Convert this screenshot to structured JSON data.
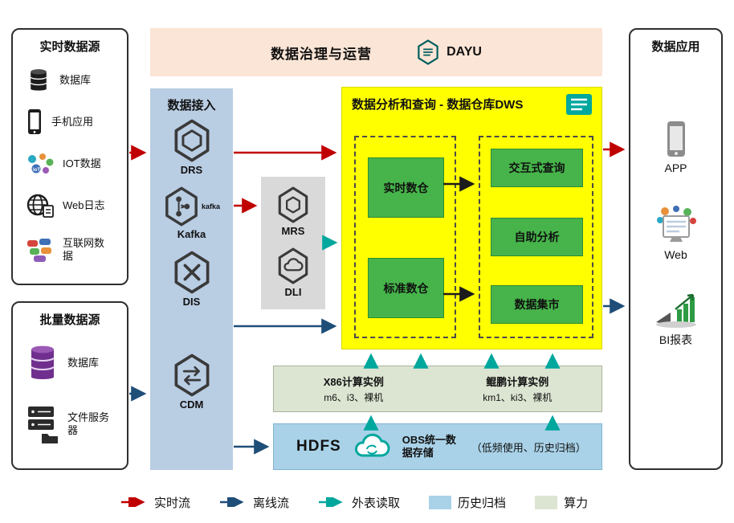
{
  "colors": {
    "banner_bg": "#fbe5d6",
    "access_bg": "#b9cde3",
    "warehouse_bg": "#ffff00",
    "green_node": "#46b44a",
    "middleware_bg": "#d9d9d9",
    "compute_bg": "#dce5d2",
    "storage_bg": "#a9d2e8",
    "realtime_flow": "#c00000",
    "offline_flow": "#1f4e79",
    "external_read": "#00a79d"
  },
  "banner": {
    "title": "数据治理与运营",
    "logo_text": "DAYU"
  },
  "realtime_sources": {
    "title": "实时数据源",
    "items": [
      {
        "icon": "database-icon",
        "label": "数据库"
      },
      {
        "icon": "phone-icon",
        "label": "手机应用"
      },
      {
        "icon": "iot-icon",
        "label": "IOT数据"
      },
      {
        "icon": "web-log-icon",
        "label": "Web日志"
      },
      {
        "icon": "internet-data-icon",
        "label": "互联网数据"
      }
    ]
  },
  "batch_sources": {
    "title": "批量数据源",
    "items": [
      {
        "icon": "database-purple-icon",
        "label": "数据库"
      },
      {
        "icon": "file-server-icon",
        "label": "文件服务器"
      }
    ]
  },
  "data_access": {
    "title": "数据接入",
    "kafka_logo_text": "kafka",
    "items": [
      {
        "icon": "drs-hexagon-icon",
        "label": "DRS"
      },
      {
        "icon": "kafka-hexagon-icon",
        "label": "Kafka"
      },
      {
        "icon": "dis-hexagon-icon",
        "label": "DIS"
      },
      {
        "icon": "cdm-hexagon-icon",
        "label": "CDM"
      }
    ]
  },
  "middleware": {
    "items": [
      {
        "icon": "mrs-hexagon-icon",
        "label": "MRS"
      },
      {
        "icon": "dli-hexagon-icon",
        "label": "DLI"
      }
    ]
  },
  "warehouse": {
    "title": "数据分析和查询 - 数据仓库DWS",
    "left_group": [
      "实时数仓",
      "标准数仓"
    ],
    "right_group": [
      "交互式查询",
      "自助分析",
      "数据集市"
    ]
  },
  "compute": {
    "x86": {
      "title": "X86计算实例",
      "detail": "m6、i3、裸机"
    },
    "kunpeng": {
      "title": "鲲鹏计算实例",
      "detail": "km1、ki3、裸机"
    }
  },
  "storage": {
    "hdfs": "HDFS",
    "obs_title": "OBS统一数据存储",
    "obs_note": "（低频使用、历史归档）"
  },
  "applications": {
    "title": "数据应用",
    "items": [
      {
        "icon": "app-phone-icon",
        "label": "APP"
      },
      {
        "icon": "web-browser-icon",
        "label": "Web"
      },
      {
        "icon": "bi-report-icon",
        "label": "BI报表"
      }
    ]
  },
  "legend": {
    "items": [
      {
        "type": "arrow",
        "color": "#c00000",
        "label": "实时流"
      },
      {
        "type": "arrow",
        "color": "#1f4e79",
        "label": "离线流"
      },
      {
        "type": "arrow",
        "color": "#00a79d",
        "label": "外表读取"
      },
      {
        "type": "swatch",
        "color": "#a9d2e8",
        "label": "历史归档"
      },
      {
        "type": "swatch",
        "color": "#dce5d2",
        "label": "算力"
      }
    ]
  }
}
